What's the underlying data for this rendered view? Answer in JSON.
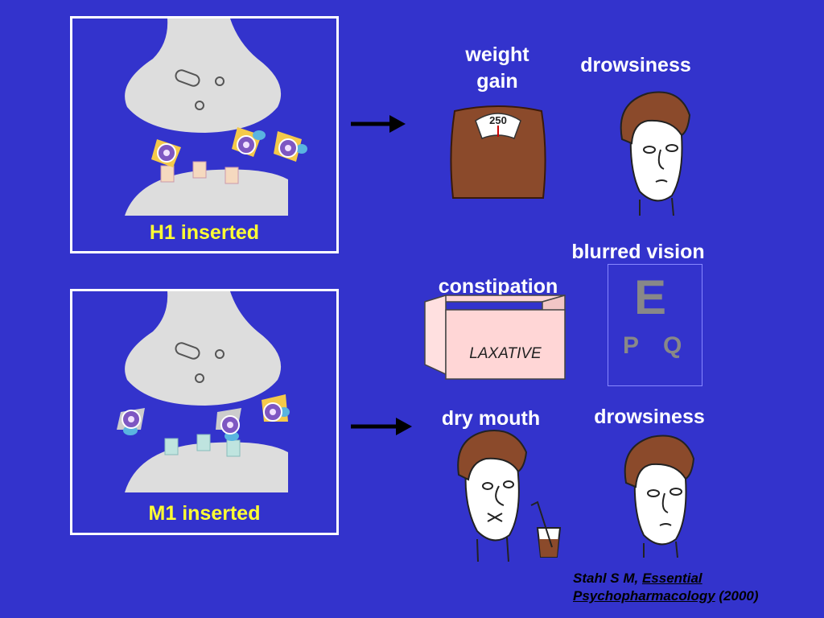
{
  "panels": [
    {
      "label": "H1 inserted"
    },
    {
      "label": "M1 inserted"
    }
  ],
  "effects": {
    "weight_gain": "weight\ngain",
    "drowsiness_top": "drowsiness",
    "blurred_vision": "blurred vision",
    "constipation": "constipation",
    "laxative_box": "LAXATIVE",
    "dry_mouth": "dry mouth",
    "drowsiness_bottom": "drowsiness",
    "scale_reading": "250",
    "eye_chart_letters": [
      "E",
      "P",
      "Q"
    ]
  },
  "citation": {
    "author": "Stahl S M,",
    "book_part1": "Essential",
    "book_part2": "Psychopharmacology",
    "year": "(2000)"
  },
  "colors": {
    "background": "#3333cc",
    "panel_label": "#ffff33",
    "text": "#ffffff"
  }
}
